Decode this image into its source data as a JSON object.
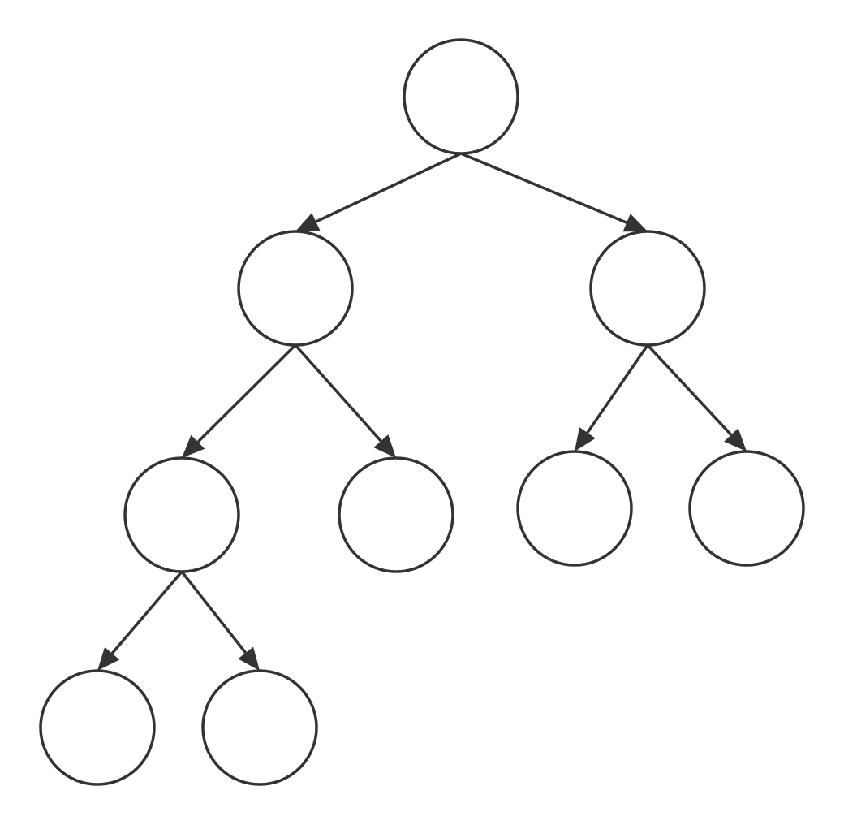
{
  "diagram": {
    "type": "binary-tree",
    "colors": {
      "stroke": "#333333",
      "node_fill": "#ffffff",
      "background": "#ffffff"
    },
    "nodes": [
      {
        "id": "root",
        "label": ""
      },
      {
        "id": "l",
        "label": ""
      },
      {
        "id": "r",
        "label": ""
      },
      {
        "id": "ll",
        "label": ""
      },
      {
        "id": "lr",
        "label": ""
      },
      {
        "id": "rl",
        "label": ""
      },
      {
        "id": "rr",
        "label": ""
      },
      {
        "id": "lll",
        "label": ""
      },
      {
        "id": "llr",
        "label": ""
      }
    ],
    "edges": [
      {
        "from": "root",
        "to": "l"
      },
      {
        "from": "root",
        "to": "r"
      },
      {
        "from": "l",
        "to": "ll"
      },
      {
        "from": "l",
        "to": "lr"
      },
      {
        "from": "r",
        "to": "rl"
      },
      {
        "from": "r",
        "to": "rr"
      },
      {
        "from": "ll",
        "to": "lll"
      },
      {
        "from": "ll",
        "to": "llr"
      }
    ]
  }
}
